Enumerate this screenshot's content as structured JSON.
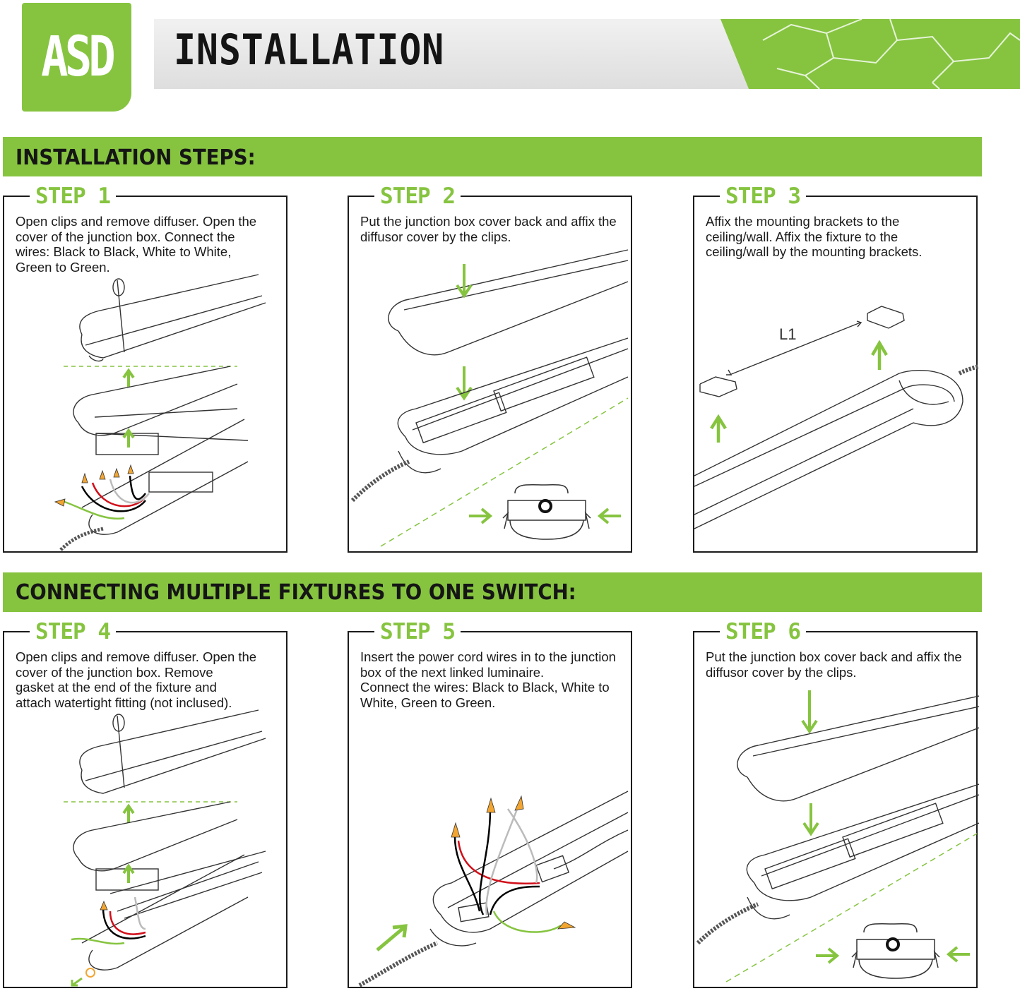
{
  "header": {
    "logo_text": "ASD",
    "title": "INSTALLATION",
    "accent_color": "#86c440"
  },
  "sections": [
    {
      "title": "INSTALLATION STEPS:"
    },
    {
      "title": "CONNECTING MULTIPLE FIXTURES TO ONE SWITCH:"
    }
  ],
  "steps": [
    {
      "label": "STEP 1",
      "text": "Open clips and remove diffuser. Open the\ncover of the junction box. Connect the\nwires: Black to Black, White to White,\nGreen to Green."
    },
    {
      "label": "STEP 2",
      "text": "Put the junction box cover back and affix the\ndiffusor cover by the clips."
    },
    {
      "label": "STEP 3",
      "text": "Affix the mounting brackets to the\nceiling/wall. Affix the fixture to the\nceiling/wall by the mounting brackets.",
      "dimension_label": "L1"
    },
    {
      "label": "STEP 4",
      "text": "Open clips and remove diffuser. Open the\ncover of the junction box. Remove\ngasket at the end of the fixture and\nattach watertight fitting (not inclused)."
    },
    {
      "label": "STEP 5",
      "text": "Insert the power cord wires in to the junction\nbox of the next linked luminaire.\nConnect the wires: Black to Black, White to\nWhite, Green to Green."
    },
    {
      "label": "STEP 6",
      "text": "Put the junction box cover back and affix the\ndiffusor cover by the clips."
    }
  ]
}
